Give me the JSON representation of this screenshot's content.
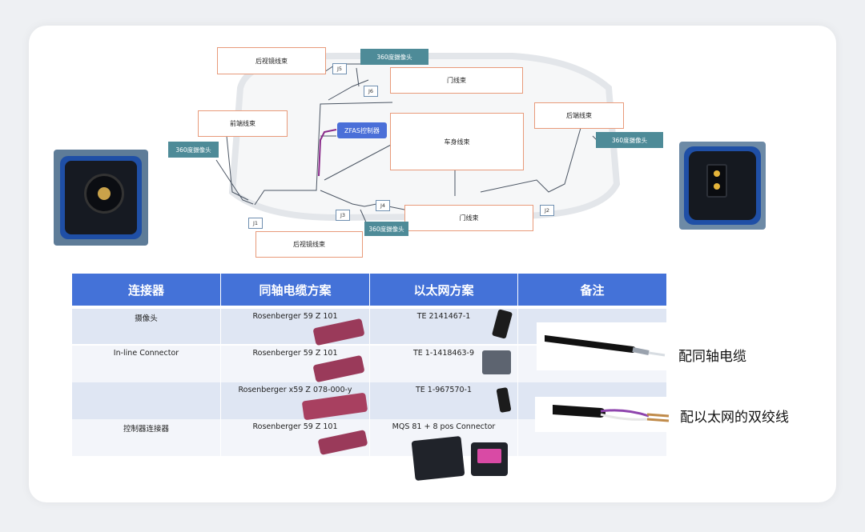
{
  "diagram": {
    "boxes": {
      "rear_mirror_top": "后视镜线束",
      "door_top": "门线束",
      "front_end": "前端线束",
      "body": "车身线束",
      "rear_end": "后端线束",
      "rear_mirror_bottom": "后视镜线束",
      "door_bottom": "门线束"
    },
    "cameras": {
      "cam_top": "360度摄像头",
      "cam_left": "360度摄像头",
      "cam_right": "360度摄像头",
      "cam_bottom": "360度摄像头"
    },
    "ecu": "ZFAS控制器",
    "junctions": {
      "j1": "J1",
      "j2": "J2",
      "j3": "J3",
      "j4": "J4",
      "j5": "J5",
      "j6": "J6"
    }
  },
  "table": {
    "headers": [
      "连接器",
      "同轴电缆方案",
      "以太网方案",
      "备注"
    ],
    "rows": [
      {
        "connector": "摄像头",
        "coax": "Rosenberger 59 Z 101",
        "ethernet": "TE 2141467-1"
      },
      {
        "connector": "In-line Connector",
        "coax": "Rosenberger 59 Z 101",
        "ethernet": "TE 1-1418463-9"
      },
      {
        "connector": "",
        "coax": "Rosenberger x59 Z 078-000-y",
        "ethernet": "TE 1-967570-1"
      },
      {
        "connector": "控制器连接器",
        "coax": "Rosenberger 59 Z 101",
        "ethernet": "MQS 81 + 8 pos Connector"
      }
    ],
    "notes": {
      "coax_cable": "配同轴电缆",
      "twisted_pair": "配以太网的双绞线"
    }
  },
  "colors": {
    "header_bg": "#4472d8",
    "camera_box": "#4e8b98",
    "ecu_box": "#4a6fd8",
    "box_border": "#e89a7a"
  }
}
